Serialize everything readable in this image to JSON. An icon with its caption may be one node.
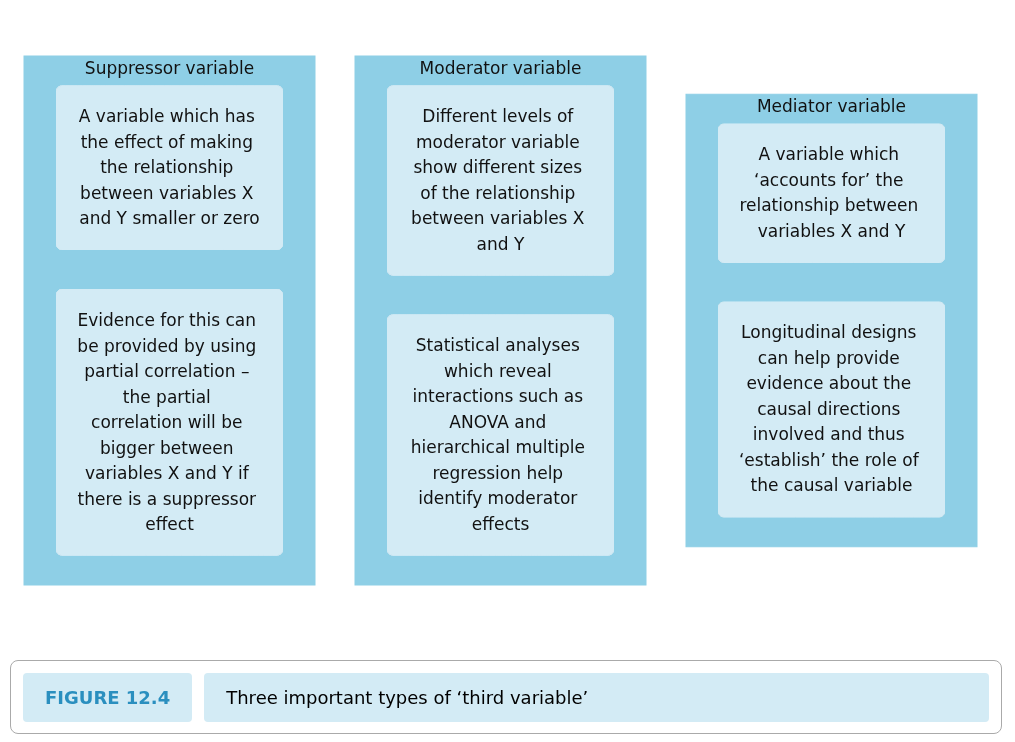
{
  "diagram": {
    "caption": "Three important types of ‘third variable’",
    "nodes": [
      {
        "text": [
          "Mediator variable"
        ]
      },
      {
        "text": [
          "A variable which ‘accounts for’ the relationship between variables X and Y"
        ],
        "in": 0
      },
      {
        "text": [
          "Longitudinal designs can help provide evidence about the causal directions involved and thus ‘establish’ the role of the causal variable"
        ],
        "in": 0
      },
      {
        "text": [
          "Moderator variable"
        ]
      },
      {
        "text": [
          "Different levels of moderator variable show different sizes of the relationship between variables X and Y"
        ],
        "in": 3
      },
      {
        "text": [
          "Statistical analyses which reveal interactions such as ANOVA and hierarchical multiple regression help identify moderator effects"
        ],
        "in": 3
      },
      {
        "text": [
          "Suppressor variable"
        ]
      },
      {
        "text": [
          "A variable which has the effect of making the relationship between variables X and Y smaller or zero"
        ],
        "in": 6
      },
      {
        "text": [
          "Evidence for this can be provided by using partial correlation – the partial correlation will be bigger between variables X and Y if there is a suppressor effect"
        ],
        "in": 6
      }
    ],
    "edges": [],
    "labels": [
      "FIGURE 12.4"
    ]
  }
}
